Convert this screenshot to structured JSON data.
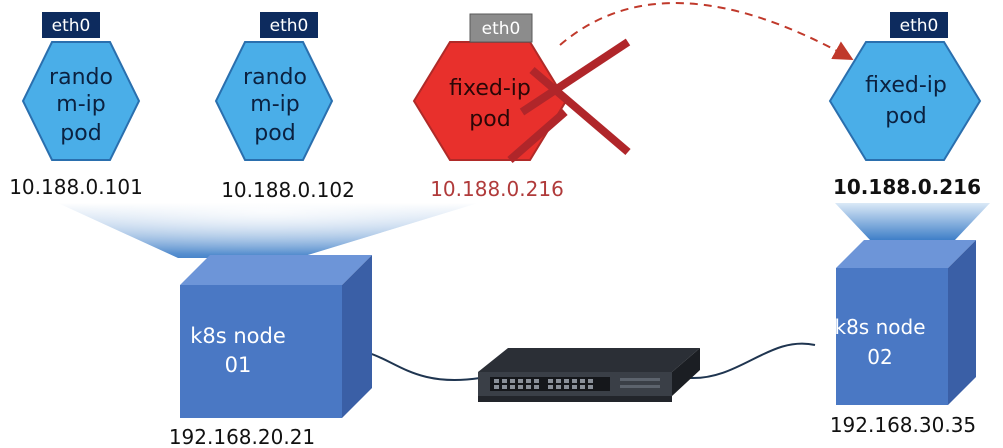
{
  "pods": [
    {
      "interface": "eth0",
      "label_lines": [
        "rando",
        "m-ip",
        "pod"
      ],
      "ip": "10.188.0.101"
    },
    {
      "interface": "eth0",
      "label_lines": [
        "rando",
        "m-ip",
        "pod"
      ],
      "ip": "10.188.0.102"
    },
    {
      "interface": "eth0",
      "label_lines": [
        "fixed-ip",
        "pod"
      ],
      "ip": "10.188.0.216"
    },
    {
      "interface": "eth0",
      "label_lines": [
        "fixed-ip",
        "pod"
      ],
      "ip": "10.188.0.216"
    }
  ],
  "nodes": [
    {
      "label_lines": [
        "k8s node",
        "01"
      ],
      "ip": "192.168.20.21"
    },
    {
      "label_lines": [
        "k8s node",
        "02"
      ],
      "ip": "192.168.30.35"
    }
  ],
  "colors": {
    "pod_blue": "#4aaee8",
    "pod_red": "#e8302c",
    "pod_outline": "#2a6fae",
    "eth_dark": "#0d2b5e",
    "eth_gray": "#8c8c8c",
    "cross_red": "#b0262a",
    "failed_ip_text": "#b03a3a",
    "arrow_red": "#c0392b",
    "node_front": "#4a78c4",
    "node_side": "#3a5fa6",
    "node_top": "#6d95d8",
    "cable": "#1f3550"
  },
  "icons": {
    "switch": "network-switch-icon",
    "cross": "x-mark-icon",
    "migration_arrow": "dashed-arrow-icon"
  }
}
